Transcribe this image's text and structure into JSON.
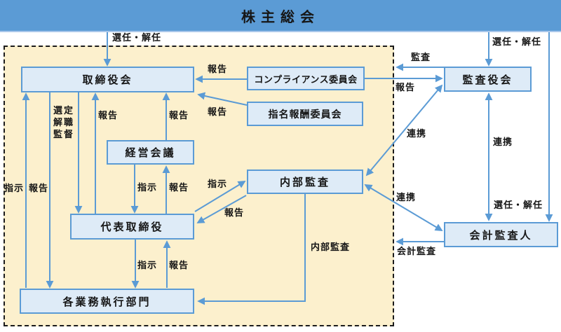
{
  "diagram": {
    "type": "corporate-governance-flowchart",
    "title": "株主総会"
  },
  "colors": {
    "banner_fill": "#5B9BD5",
    "node_fill": "#DEEBF7",
    "node_border": "#5B9BD5",
    "arrow": "#5B9BD5",
    "panel_fill": "#FCF0CD",
    "panel_border": "#1b1b1b",
    "text": "#161616"
  },
  "nodes": {
    "shareholders": {
      "label": "株主総会"
    },
    "board": {
      "label": "取締役会"
    },
    "compliance_committee": {
      "label": "コンプライアンス委員会"
    },
    "nomination_committee": {
      "label": "指名報酬委員会"
    },
    "audit_board": {
      "label": "監査役会"
    },
    "management_council": {
      "label": "経営会議"
    },
    "internal_audit": {
      "label": "内部監査"
    },
    "representative_director": {
      "label": "代表取締役"
    },
    "accounting_auditor": {
      "label": "会計監査人"
    },
    "execution_departments": {
      "label": "各業務執行部門"
    }
  },
  "edges": [
    {
      "from": "shareholders",
      "to": "board",
      "label": "選任・解任",
      "bidirectional": false
    },
    {
      "from": "shareholders",
      "to": "audit_board",
      "label": "選任・解任",
      "bidirectional": false
    },
    {
      "from": "shareholders",
      "to": "accounting_auditor",
      "label": "選任・解任",
      "bidirectional": false
    },
    {
      "from": "execution_departments",
      "to": "board",
      "label": "報告",
      "bidirectional": false
    },
    {
      "from": "board",
      "to": "execution_departments",
      "label": "指示",
      "bidirectional": false
    },
    {
      "from": "board",
      "to": "representative_director",
      "label": "選定\n解職\n監督",
      "bidirectional": false
    },
    {
      "from": "representative_director",
      "to": "board",
      "label": "報告",
      "bidirectional": false
    },
    {
      "from": "management_council",
      "to": "board",
      "label": "報告",
      "bidirectional": false
    },
    {
      "from": "representative_director",
      "to": "management_council",
      "label": "報告",
      "bidirectional": false
    },
    {
      "from": "management_council",
      "to": "representative_director",
      "label": "指示",
      "bidirectional": false
    },
    {
      "from": "representative_director",
      "to": "execution_departments",
      "label": "指示",
      "bidirectional": false
    },
    {
      "from": "execution_departments",
      "to": "representative_director",
      "label": "報告",
      "bidirectional": false
    },
    {
      "from": "compliance_committee",
      "to": "board",
      "label": "報告",
      "bidirectional": false
    },
    {
      "from": "nomination_committee",
      "to": "board",
      "label": "報告",
      "bidirectional": false
    },
    {
      "from": "compliance_committee",
      "to": "audit_board",
      "label": "報告",
      "bidirectional": false
    },
    {
      "from": "audit_board",
      "to": "panel",
      "label": "監査",
      "bidirectional": false
    },
    {
      "from": "audit_board",
      "to": "internal_audit",
      "label": "連携",
      "bidirectional": true
    },
    {
      "from": "audit_board",
      "to": "accounting_auditor",
      "label": "連携",
      "bidirectional": true
    },
    {
      "from": "internal_audit",
      "to": "accounting_auditor",
      "label": "連携",
      "bidirectional": true
    },
    {
      "from": "representative_director",
      "to": "internal_audit",
      "label": "指示",
      "bidirectional": false
    },
    {
      "from": "internal_audit",
      "to": "representative_director",
      "label": "報告",
      "bidirectional": false
    },
    {
      "from": "internal_audit",
      "to": "execution_departments",
      "label": "内部監査",
      "bidirectional": false
    },
    {
      "from": "accounting_auditor",
      "to": "panel",
      "label": "会計監査",
      "bidirectional": false
    }
  ]
}
